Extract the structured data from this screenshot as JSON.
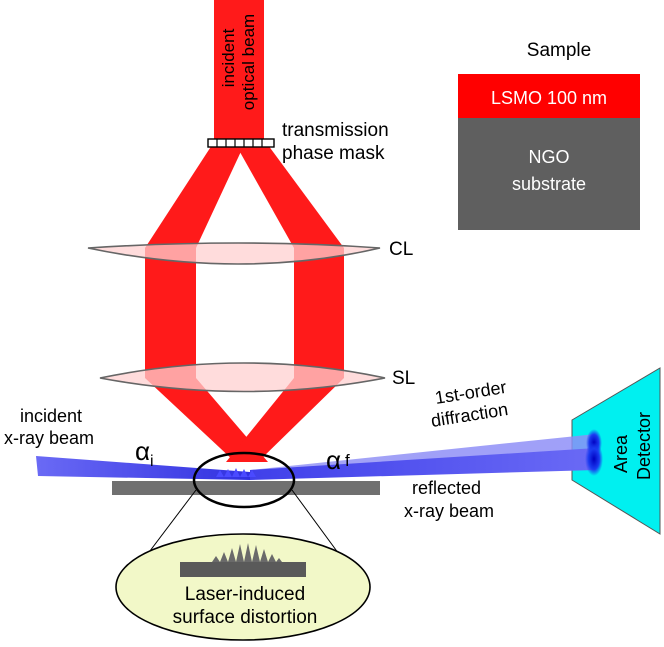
{
  "labels": {
    "incident_optical_beam_line1": "incident",
    "incident_optical_beam_line2": "optical beam",
    "phase_mask_line1": "transmission",
    "phase_mask_line2": "phase mask",
    "cylindrical_lens": "CL",
    "spherical_lens": "SL",
    "incident_xray_line1": "incident",
    "incident_xray_line2": "x-ray beam",
    "alpha_i": "α",
    "alpha_i_sub": "i",
    "alpha_f": "α",
    "alpha_f_sub": "f",
    "first_order_line1": "1st-order",
    "first_order_line2": "diffraction",
    "reflected_line1": "reflected",
    "reflected_line2": "x-ray beam",
    "detector_line1": "Area",
    "detector_line2": "Detector",
    "inset_line1": "Laser-induced",
    "inset_line2": "surface distortion"
  },
  "sample": {
    "title": "Sample",
    "film_label": "LSMO 100 nm",
    "substrate_line1": "NGO",
    "substrate_line2": "substrate"
  },
  "colors": {
    "laser_red": "#ff1a1a",
    "lens_fill": "#ffc8c8",
    "xray_blue": "#5a5af0",
    "detector_cyan": "#00f0f0",
    "substrate_gray": "#606060",
    "sample_bar_gray": "#707070",
    "inset_fill": "#f2f8c8"
  }
}
